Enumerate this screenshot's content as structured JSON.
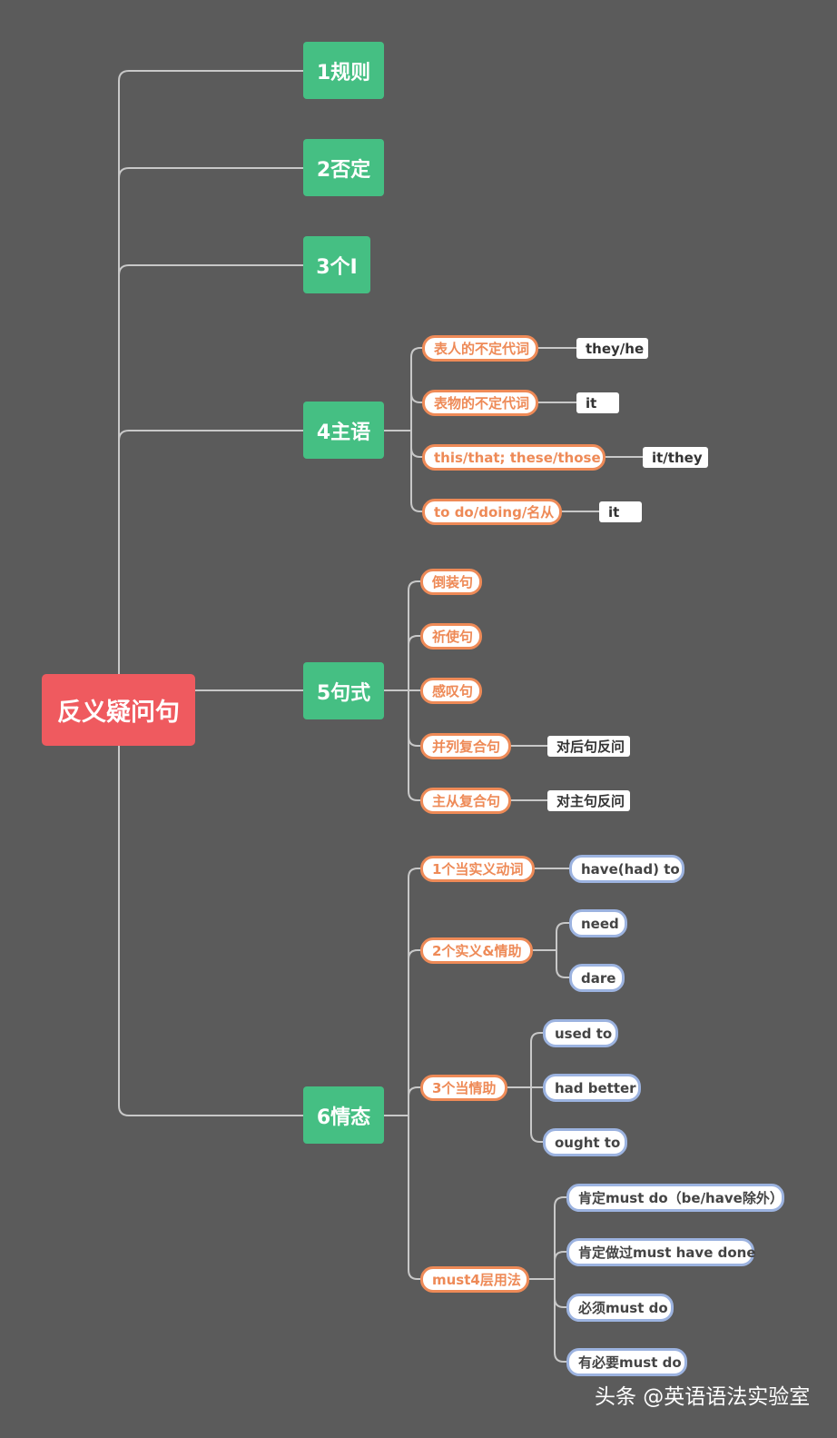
{
  "root": "反义疑问句",
  "branches": {
    "b1": "1规则",
    "b2": "2否定",
    "b3": "3个I",
    "b4": "4主语",
    "b5": "5句式",
    "b6": "6情态"
  },
  "subject": {
    "s1": "表人的不定代词",
    "s1a": "they/he",
    "s2": "表物的不定代词",
    "s2a": "it",
    "s3": "this/that; these/those",
    "s3a": "it/they",
    "s4": "to do/doing/名从",
    "s4a": "it"
  },
  "sentence": {
    "t1": "倒装句",
    "t2": "祈使句",
    "t3": "感叹句",
    "t4": "并列复合句",
    "t4a": "对后句反问",
    "t5": "主从复合句",
    "t5a": "对主句反问"
  },
  "modal": {
    "m1": "1个当实义动词",
    "m1a": "have(had)  to",
    "m2": "2个实义&情助",
    "m2a": "need",
    "m2b": "dare",
    "m3": "3个当情助",
    "m3a": "used to",
    "m3b": "had better",
    "m3c": "ought to",
    "m4": "must4层用法",
    "m4a": "肯定must do（be/have除外）",
    "m4b": "肯定做过must have done",
    "m4c": "必须must do",
    "m4d": "有必要must do"
  },
  "watermark": "头条 @英语语法实验室",
  "colors": {
    "background": "#5b5b5b",
    "root": "#ef5a5f",
    "branch": "#45bf83",
    "sub_border": "#ee8a57",
    "leaf_border": "#9cb3e0",
    "connector": "#c8c8c8"
  }
}
